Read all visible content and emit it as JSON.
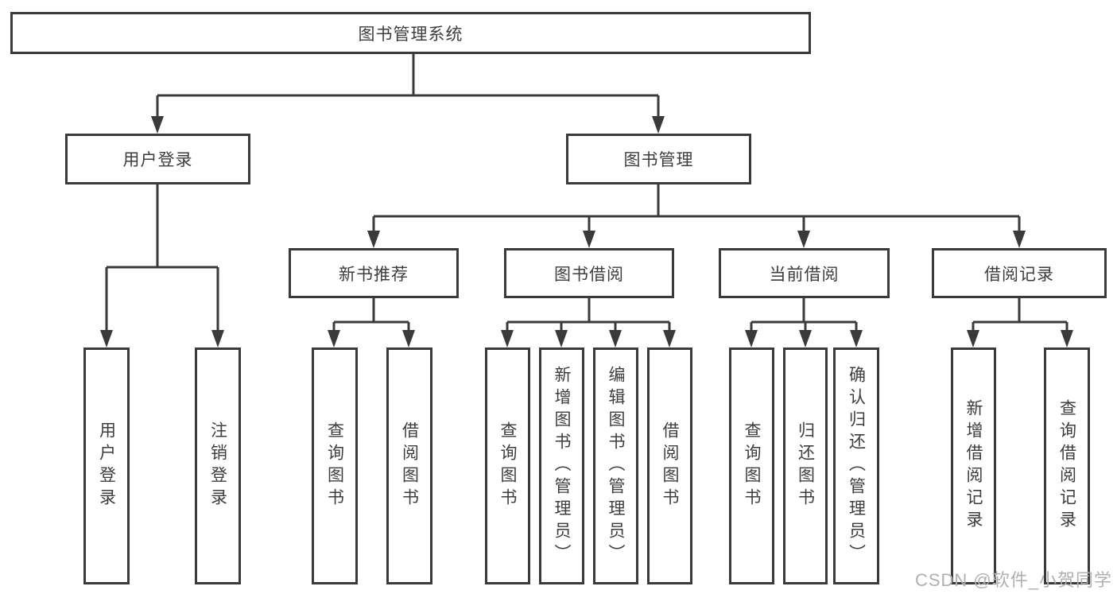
{
  "diagram": {
    "root": {
      "label": "图书管理系统",
      "children": [
        {
          "label": "用户登录",
          "children": [
            {
              "label": "用户登录"
            },
            {
              "label": "注销登录"
            }
          ]
        },
        {
          "label": "图书管理",
          "children": [
            {
              "label": "新书推荐",
              "children": [
                {
                  "label": "查询图书"
                },
                {
                  "label": "借阅图书"
                }
              ]
            },
            {
              "label": "图书借阅",
              "children": [
                {
                  "label": "查询图书"
                },
                {
                  "label": "新增图书（管理员）"
                },
                {
                  "label": "编辑图书（管理员）"
                },
                {
                  "label": "借阅图书"
                }
              ]
            },
            {
              "label": "当前借阅",
              "children": [
                {
                  "label": "查询图书"
                },
                {
                  "label": "归还图书"
                },
                {
                  "label": "确认归还（管理员）"
                }
              ]
            },
            {
              "label": "借阅记录",
              "children": [
                {
                  "label": "新增借阅记录"
                },
                {
                  "label": "查询借阅记录"
                }
              ]
            }
          ]
        }
      ]
    }
  },
  "watermark": {
    "text": "CSDN @软件_小贺同学"
  },
  "colors": {
    "line": "#3a3a3a",
    "node_border": "#3a3a3a",
    "text": "#3d3d3d",
    "watermark": "#b0b0b0",
    "background": "#ffffff"
  }
}
